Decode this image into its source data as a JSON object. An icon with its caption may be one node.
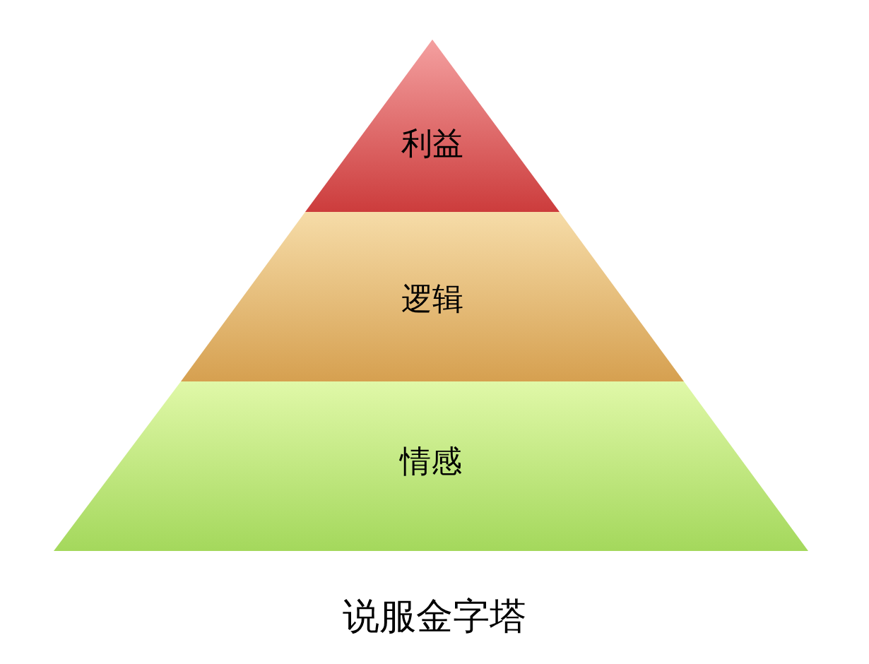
{
  "diagram": {
    "title": "说服金字塔",
    "nodes": [
      {
        "text": [
          "利益"
        ]
      },
      {
        "text": [
          "逻辑"
        ]
      },
      {
        "text": [
          "情感"
        ]
      }
    ]
  }
}
